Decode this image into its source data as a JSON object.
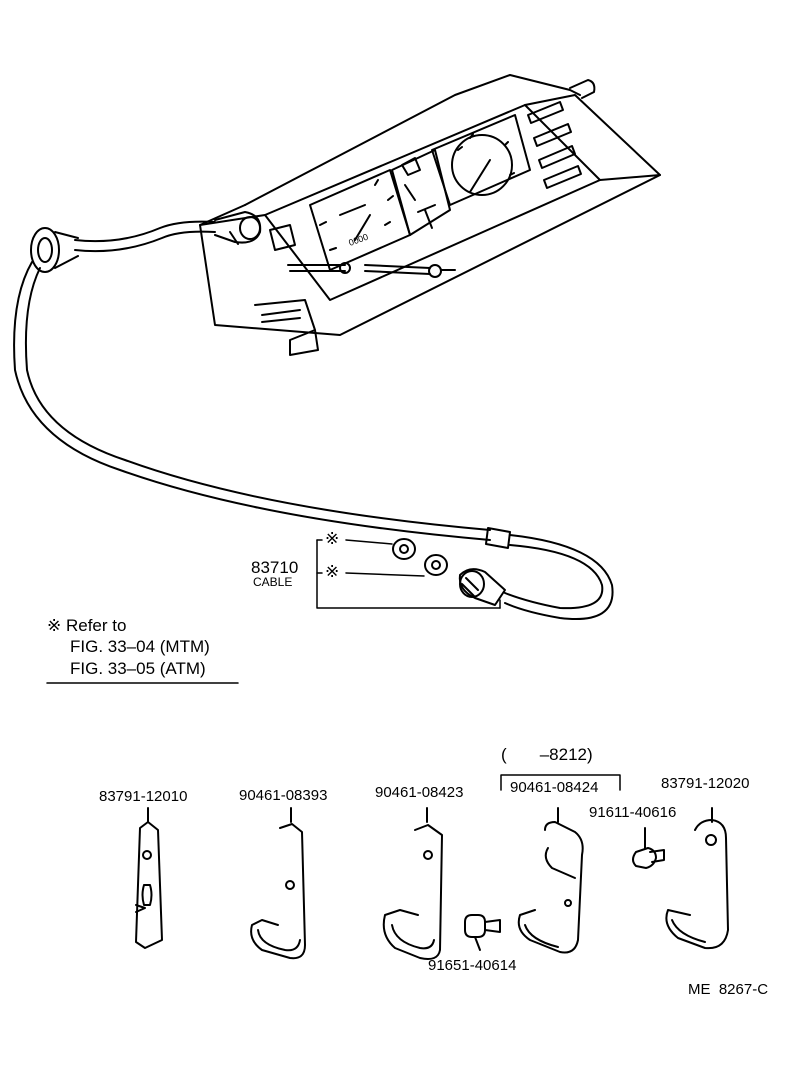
{
  "labels": {
    "cable_part_no": "83710",
    "cable_name": "CABLE",
    "note_mark": "※",
    "note_line1": "※ Refer to",
    "note_line2": "FIG. 33–04 (MTM)",
    "note_line3": "FIG. 33–05 (ATM)",
    "bracket_group": "(       –8212)",
    "clamp_1": "83791-12010",
    "clamp_2": "90461-08393",
    "clamp_3": "90461-08423",
    "clamp_4": "90461-08424",
    "bolt_1": "91611-40616",
    "clamp_5": "83791-12020",
    "bolt_2": "91651-40614",
    "drawing_code": "ME  8267-C"
  },
  "gauge_digits": "0000"
}
